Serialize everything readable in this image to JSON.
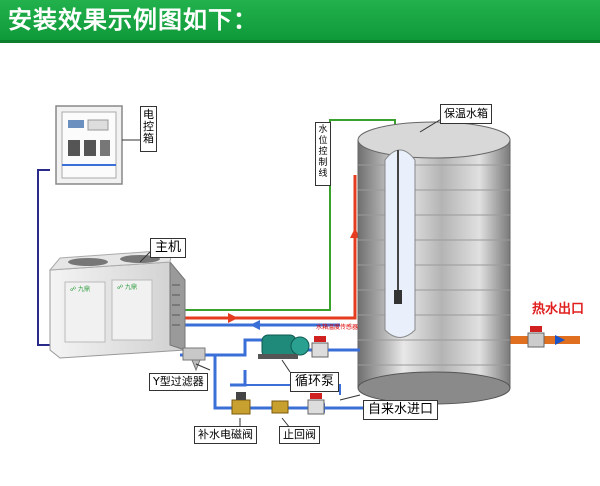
{
  "banner": {
    "title": "安装效果示例图如下："
  },
  "labels": {
    "control_box": "电控箱",
    "water_level_line": "水位控制线",
    "insulated_tank": "保温水箱",
    "main_unit": "主机",
    "hot_water_outlet": "热水出口",
    "y_filter": "Y型过滤器",
    "circ_pump": "循环泵",
    "tap_water_inlet": "自来水进口",
    "makeup_valve": "补水电磁阀",
    "check_valve": "止回阀",
    "temp_sensor_note": "水箱温度传感器"
  },
  "unit_brand": "九鼎",
  "colors": {
    "banner": "#22b14c",
    "hot_pipe": "#e53c1f",
    "cold_pipe": "#3a6fd8",
    "signal_line": "#2a2a8a",
    "level_line": "#3aa02e"
  }
}
